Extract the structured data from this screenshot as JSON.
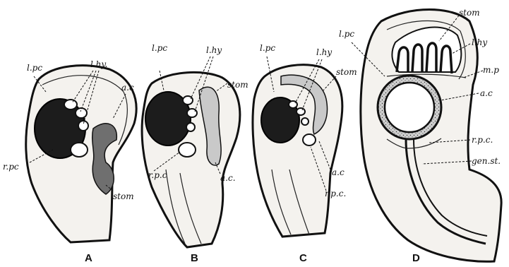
{
  "figure": {
    "panels": [
      {
        "caption": "A",
        "labels": {
          "lpc": "l.pc",
          "lhy": "l.hy.",
          "ac": "a.c",
          "rpc": "r.pc",
          "stom": "stom"
        }
      },
      {
        "caption": "B",
        "labels": {
          "lpc": "l.pc",
          "lhy": "l.hy",
          "stom": "stom",
          "rpc": "r.p.c",
          "ac": "a.c."
        }
      },
      {
        "caption": "C",
        "labels": {
          "lpc": "l.pc",
          "lhy": "l.hy",
          "stom": "stom",
          "ac": "a.c",
          "rpc": "r.p.c."
        }
      },
      {
        "caption": "D",
        "labels": {
          "stom": "stom",
          "lpc": "l.pc",
          "lhy": "l.hy",
          "mp": "m.p",
          "ac": "a.c",
          "rpc": "r.p.c.",
          "genst": "gen.st."
        }
      }
    ]
  }
}
